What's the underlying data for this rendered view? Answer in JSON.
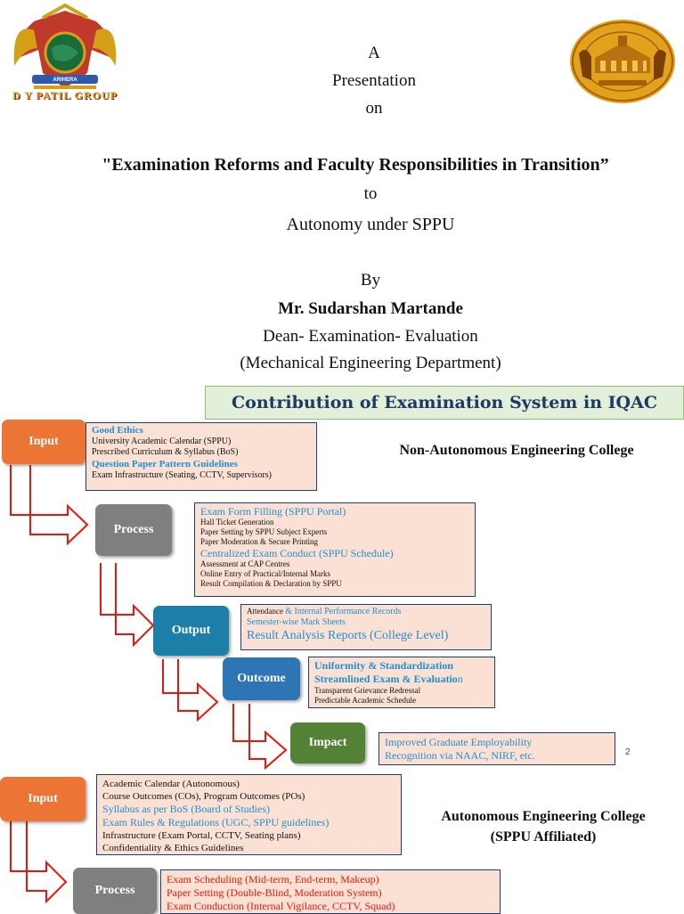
{
  "title_block": {
    "line_a": "A",
    "line_presentation": "Presentation",
    "line_on": "on",
    "title": "\"Examination Reforms and Faculty Responsibilities in Transition”",
    "line_to": "to",
    "line_autonomy": "Autonomy under SPPU",
    "line_by": "By",
    "presenter": "Mr. Sudarshan Martande",
    "role": "Dean- Examination- Evaluation",
    "department": "(Mechanical  Engineering Department)"
  },
  "logos": {
    "left_caption": "D Y PATIL GROUP",
    "left_ribbon": "ARIHERA"
  },
  "iqac_banner": "Contribution of Examination System  in  IQAC",
  "non_autonomous": {
    "heading": "Non-Autonomous Engineering College",
    "stages": {
      "input": "Input",
      "process": "Process",
      "output": "Output",
      "outcome": "Outcome",
      "impact": "Impact"
    },
    "input_items": [
      "Good Ethics",
      "University Academic Calendar (SPPU)",
      "Prescribed Curriculum & Syllabus (BoS)",
      "Question Paper Pattern Guidelines",
      "Exam Infrastructure (Seating, CCTV, Supervisors)"
    ],
    "process_items": [
      "Exam Form Filling (SPPU Portal)",
      "Hall Ticket Generation",
      "Paper Setting by SPPU Subject Experts",
      "Paper Moderation & Secure Printing",
      "Centralized Exam Conduct (SPPU Schedule)",
      "Assessment at CAP Centres",
      "Online Entry of Practical/Internal Marks",
      "Result Compilation & Declaration by SPPU"
    ],
    "output_items": {
      "attendance_prefix": "Attendance ",
      "attendance_rest": "& Internal Performance Records",
      "marksheets": "Semester-wise Mark Sheets",
      "analysis": "Result Analysis Reports (College Level)"
    },
    "outcome_items": {
      "uniformity": "Uniformity & Standardization",
      "streamlined_bold": "Streamlined Exam & Evaluatio",
      "streamlined_tail": "n",
      "grievance": "Transparent Grievance Redressal",
      "schedule": "Predictable Academic Schedule"
    },
    "impact_items": [
      "Improved Graduate Employability",
      "Recognition via NAAC, NIRF, etc."
    ],
    "page_number": "2"
  },
  "autonomous": {
    "heading_line1": "Autonomous Engineering College",
    "heading_line2": "(SPPU Affiliated)",
    "stages": {
      "input": "Input",
      "process": "Process"
    },
    "input_items": [
      "Academic Calendar (Autonomous)",
      "Course Outcomes (COs), Program Outcomes (POs)",
      "Syllabus as per BoS (Board of Studies)",
      "Exam Rules & Regulations (UGC, SPPU guidelines)",
      "Infrastructure (Exam Portal, CCTV, Seating plans)",
      "Confidentiality & Ethics Guidelines"
    ],
    "process_items": [
      "Exam Scheduling (Mid-term, End-term, Makeup)",
      "Paper Setting (Double-Blind, Moderation System)",
      "Exam Conduction (Internal Vigilance, CCTV, Squad)"
    ]
  },
  "colors": {
    "input": "#ec7435",
    "process": "#7f7f7f",
    "output": "#1d7fa8",
    "outcome": "#2e75b6",
    "impact": "#548235",
    "box_fill": "#fbe0d4",
    "banner_fill": "#e2f0d9",
    "banner_text": "#1f3864",
    "arrow": "#e8190c",
    "accent_blue": "#1f8fd1"
  }
}
